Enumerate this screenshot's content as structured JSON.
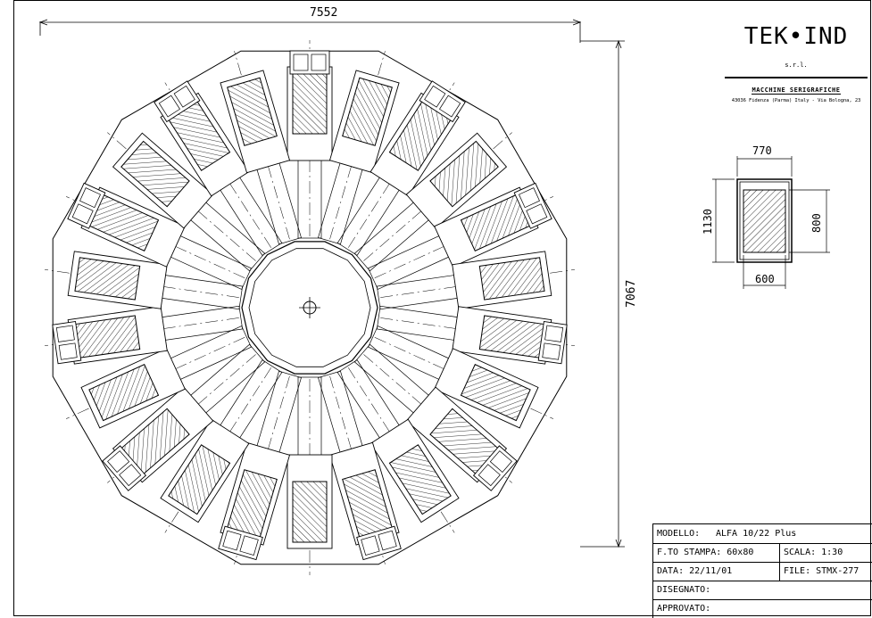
{
  "dimensions": {
    "overall_width": "7552",
    "overall_height": "7067",
    "detail_width": "770",
    "detail_height": "1130",
    "print_height": "800",
    "print_width": "600"
  },
  "logo": {
    "brand": "TEK•IND",
    "brand_suffix": "s.r.l.",
    "subtitle": "MACCHINE SERIGRAFICHE",
    "address": "43036 Fidenza (Parma) Italy - Via Bologna, 23"
  },
  "title_block": {
    "model_label": "MODELLO:",
    "model_value": "ALFA 10/22 Plus",
    "print_format": "F.TO STAMPA: 60x80",
    "scale": "SCALA:  1:30",
    "date": "DATA:   22/11/01",
    "file": "FILE:  STMX-277",
    "drawn_by": "DISEGNATO:",
    "approved_by": "APPROVATO:"
  }
}
